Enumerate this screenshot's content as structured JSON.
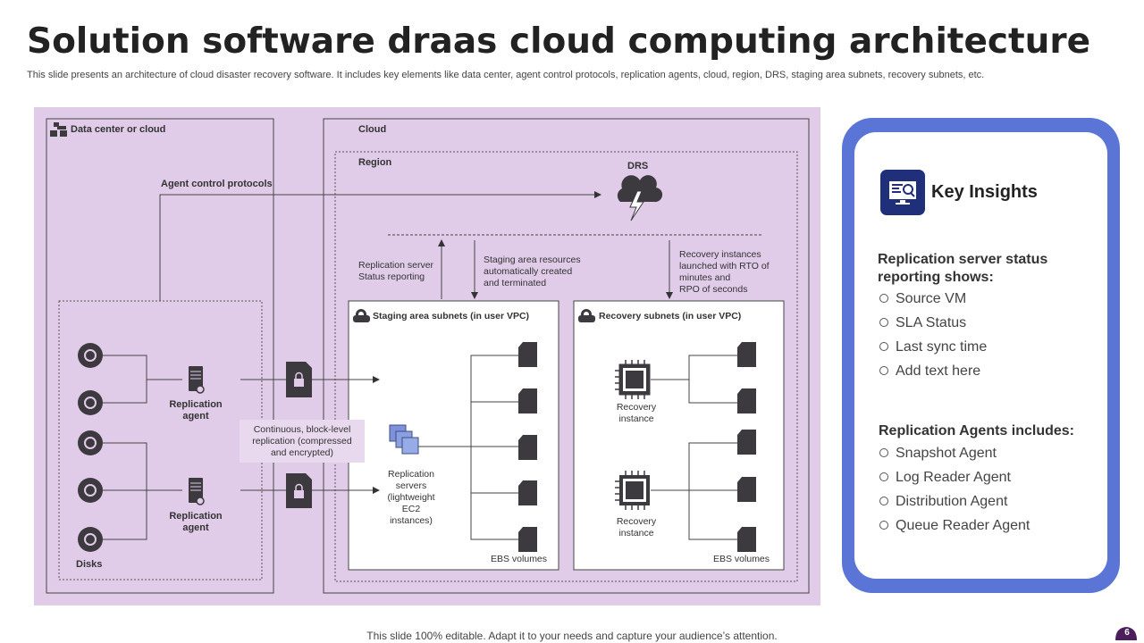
{
  "page": {
    "title": "Solution software draas cloud computing architecture",
    "subtitle": "This slide presents an architecture of cloud disaster recovery software. It includes key elements like data center, agent control protocols, replication agents, cloud, region, DRS, staging area subnets, recovery subnets, etc.",
    "footer": "This slide 100% editable. Adapt it to your needs and capture your audience’s attention.",
    "page_number": "6"
  },
  "diagram": {
    "datacenter_label": "Data center or cloud",
    "agent_control_label": "Agent control protocols",
    "disks_label": "Disks",
    "replication_agent_1": [
      "Replication",
      "agent"
    ],
    "replication_agent_2": [
      "Replication",
      "agent"
    ],
    "continuous_note": [
      "Continuous, block-level",
      "replication (compressed",
      "and encrypted)"
    ],
    "cloud_label": "Cloud",
    "region_label": "Region",
    "drs_label": "DRS",
    "replication_status": [
      "Replication server",
      "Status reporting"
    ],
    "staging_resources": [
      "Staging area resources",
      "automatically created",
      "and terminated"
    ],
    "recovery_instances": [
      "Recovery instances",
      "launched with RTO of",
      "minutes and",
      "RPO  of seconds"
    ],
    "staging_subnets_label": "Staging area subnets (in user VPC)",
    "recovery_subnets_label": "Recovery subnets (in user VPC)",
    "replication_servers": [
      "Replication",
      "servers",
      "(lightweight",
      "EC2",
      "instances)"
    ],
    "recovery_instance_1": [
      "Recovery",
      "instance"
    ],
    "recovery_instance_2": [
      "Recovery",
      "instance"
    ],
    "ebs_label_1": "EBS volumes",
    "ebs_label_2": "EBS volumes"
  },
  "insights": {
    "title": "Key Insights",
    "section1_heading": "Replication server status reporting shows:",
    "section1_items": [
      "Source VM",
      "SLA Status",
      "Last sync time",
      "Add text here"
    ],
    "section2_heading": "Replication Agents includes:",
    "section2_items": [
      "Snapshot Agent",
      "Log Reader Agent",
      "Distribution Agent",
      "Queue Reader Agent"
    ]
  },
  "colors": {
    "diagram_background": "#e0cbe8",
    "insight_border": "#5b75d6",
    "icon_background": "#1f2f7a",
    "page_badge": "#4b1f5c"
  }
}
